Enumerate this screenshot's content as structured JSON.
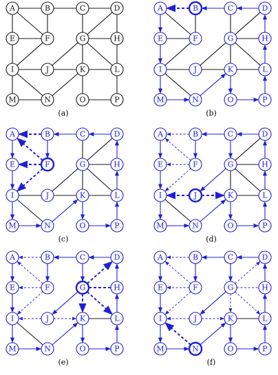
{
  "colors": {
    "black": "#1a1a1a",
    "blue": "#1f1fd6",
    "node_fill": "#ffffff"
  },
  "nodes": [
    "A",
    "B",
    "C",
    "D",
    "E",
    "F",
    "G",
    "H",
    "I",
    "J",
    "K",
    "L",
    "M",
    "N",
    "O",
    "P"
  ],
  "edges": [
    [
      "A",
      "B"
    ],
    [
      "B",
      "C"
    ],
    [
      "C",
      "D"
    ],
    [
      "A",
      "E"
    ],
    [
      "A",
      "F"
    ],
    [
      "B",
      "F"
    ],
    [
      "E",
      "F"
    ],
    [
      "F",
      "I"
    ],
    [
      "E",
      "I"
    ],
    [
      "C",
      "G"
    ],
    [
      "D",
      "G"
    ],
    [
      "D",
      "H"
    ],
    [
      "G",
      "H"
    ],
    [
      "G",
      "J"
    ],
    [
      "G",
      "K"
    ],
    [
      "G",
      "L"
    ],
    [
      "H",
      "L"
    ],
    [
      "I",
      "J"
    ],
    [
      "J",
      "K"
    ],
    [
      "K",
      "L"
    ],
    [
      "I",
      "M"
    ],
    [
      "I",
      "N"
    ],
    [
      "M",
      "N"
    ],
    [
      "K",
      "N"
    ],
    [
      "K",
      "O"
    ],
    [
      "L",
      "P"
    ],
    [
      "O",
      "P"
    ]
  ],
  "panels": [
    {
      "caption": "(a)",
      "edges": [],
      "current": ""
    },
    {
      "caption": "(b)",
      "current": "B",
      "edges": [
        {
          "from": "B",
          "to": "A",
          "style": "dashed",
          "arrow": true
        },
        {
          "from": "C",
          "to": "B",
          "style": "solid",
          "arrow": true
        },
        {
          "from": "D",
          "to": "C",
          "style": "solid",
          "arrow": true
        },
        {
          "from": "A",
          "to": "E",
          "style": "solid",
          "arrow": true
        },
        {
          "from": "E",
          "to": "I",
          "style": "solid",
          "arrow": true
        },
        {
          "from": "I",
          "to": "M",
          "style": "solid",
          "arrow": true
        },
        {
          "from": "M",
          "to": "N",
          "style": "solid",
          "arrow": true
        },
        {
          "from": "N",
          "to": "K",
          "style": "solid",
          "arrow": true
        },
        {
          "from": "K",
          "to": "O",
          "style": "solid",
          "arrow": true
        },
        {
          "from": "O",
          "to": "P",
          "style": "solid",
          "arrow": true
        },
        {
          "from": "P",
          "to": "L",
          "style": "solid",
          "arrow": true
        },
        {
          "from": "L",
          "to": "H",
          "style": "solid",
          "arrow": true
        },
        {
          "from": "H",
          "to": "D",
          "style": "solid",
          "arrow": true
        }
      ]
    },
    {
      "caption": "(c)",
      "current": "F",
      "edges": [
        {
          "from": "F",
          "to": "A",
          "style": "dashed",
          "arrow": true
        },
        {
          "from": "F",
          "to": "E",
          "style": "dashed",
          "arrow": true
        },
        {
          "from": "F",
          "to": "I",
          "style": "dashed",
          "arrow": true
        },
        {
          "from": "B",
          "to": "A",
          "style": "dashed",
          "arrow": true
        },
        {
          "from": "B",
          "to": "F",
          "style": "solid",
          "arrow": true
        },
        {
          "from": "C",
          "to": "B",
          "style": "solid",
          "arrow": true
        },
        {
          "from": "D",
          "to": "C",
          "style": "solid",
          "arrow": true
        },
        {
          "from": "A",
          "to": "E",
          "style": "solid",
          "arrow": true
        },
        {
          "from": "E",
          "to": "I",
          "style": "solid",
          "arrow": true
        },
        {
          "from": "I",
          "to": "M",
          "style": "solid",
          "arrow": true
        },
        {
          "from": "M",
          "to": "N",
          "style": "solid",
          "arrow": true
        },
        {
          "from": "N",
          "to": "K",
          "style": "solid",
          "arrow": true
        },
        {
          "from": "K",
          "to": "O",
          "style": "solid",
          "arrow": true
        },
        {
          "from": "O",
          "to": "P",
          "style": "solid",
          "arrow": true
        },
        {
          "from": "P",
          "to": "L",
          "style": "solid",
          "arrow": true
        },
        {
          "from": "L",
          "to": "H",
          "style": "solid",
          "arrow": true
        },
        {
          "from": "H",
          "to": "D",
          "style": "solid",
          "arrow": true
        }
      ]
    },
    {
      "caption": "(d)",
      "current": "J",
      "edges": [
        {
          "from": "B",
          "to": "A",
          "style": "thin-dashed",
          "arrow": true
        },
        {
          "from": "F",
          "to": "A",
          "style": "thin-dashed",
          "arrow": true
        },
        {
          "from": "F",
          "to": "E",
          "style": "thin-dashed",
          "arrow": true
        },
        {
          "from": "F",
          "to": "I",
          "style": "thin-dashed",
          "arrow": true
        },
        {
          "from": "B",
          "to": "F",
          "style": "solid",
          "arrow": true
        },
        {
          "from": "C",
          "to": "B",
          "style": "solid",
          "arrow": true
        },
        {
          "from": "D",
          "to": "C",
          "style": "solid",
          "arrow": true
        },
        {
          "from": "C",
          "to": "G",
          "style": "solid",
          "arrow": true
        },
        {
          "from": "G",
          "to": "J",
          "style": "solid",
          "arrow": true
        },
        {
          "from": "J",
          "to": "I",
          "style": "dashed",
          "arrow": true
        },
        {
          "from": "J",
          "to": "K",
          "style": "dashed",
          "arrow": true
        },
        {
          "from": "A",
          "to": "E",
          "style": "solid",
          "arrow": true
        },
        {
          "from": "E",
          "to": "I",
          "style": "solid",
          "arrow": true
        },
        {
          "from": "I",
          "to": "M",
          "style": "solid",
          "arrow": true
        },
        {
          "from": "M",
          "to": "N",
          "style": "solid",
          "arrow": true
        },
        {
          "from": "N",
          "to": "K",
          "style": "solid",
          "arrow": true
        },
        {
          "from": "K",
          "to": "O",
          "style": "solid",
          "arrow": true
        },
        {
          "from": "O",
          "to": "P",
          "style": "solid",
          "arrow": true
        },
        {
          "from": "P",
          "to": "L",
          "style": "solid",
          "arrow": true
        },
        {
          "from": "L",
          "to": "H",
          "style": "solid",
          "arrow": true
        },
        {
          "from": "H",
          "to": "D",
          "style": "solid",
          "arrow": true
        }
      ]
    },
    {
      "caption": "(e)",
      "current": "G",
      "edges": [
        {
          "from": "B",
          "to": "A",
          "style": "thin-dashed",
          "arrow": true
        },
        {
          "from": "F",
          "to": "A",
          "style": "thin-dashed",
          "arrow": true
        },
        {
          "from": "F",
          "to": "E",
          "style": "thin-dashed",
          "arrow": true
        },
        {
          "from": "F",
          "to": "I",
          "style": "thin-dashed",
          "arrow": true
        },
        {
          "from": "J",
          "to": "I",
          "style": "thin-dashed",
          "arrow": true
        },
        {
          "from": "J",
          "to": "K",
          "style": "thin-dashed",
          "arrow": true
        },
        {
          "from": "B",
          "to": "F",
          "style": "solid",
          "arrow": true
        },
        {
          "from": "C",
          "to": "B",
          "style": "solid",
          "arrow": true
        },
        {
          "from": "C",
          "to": "G",
          "style": "solid",
          "arrow": true
        },
        {
          "from": "G",
          "to": "J",
          "style": "solid",
          "arrow": true
        },
        {
          "from": "G",
          "to": "D",
          "style": "dashed",
          "arrow": true
        },
        {
          "from": "G",
          "to": "K",
          "style": "dashed",
          "arrow": true
        },
        {
          "from": "G",
          "to": "L",
          "style": "dashed",
          "arrow": true
        },
        {
          "from": "G",
          "to": "H",
          "style": "dashed",
          "arrow": false
        },
        {
          "from": "D",
          "to": "C",
          "style": "solid",
          "arrow": true
        },
        {
          "from": "A",
          "to": "E",
          "style": "solid",
          "arrow": true
        },
        {
          "from": "E",
          "to": "I",
          "style": "solid",
          "arrow": true
        },
        {
          "from": "I",
          "to": "M",
          "style": "solid",
          "arrow": true
        },
        {
          "from": "M",
          "to": "N",
          "style": "solid",
          "arrow": true
        },
        {
          "from": "N",
          "to": "K",
          "style": "solid",
          "arrow": true
        },
        {
          "from": "K",
          "to": "O",
          "style": "solid",
          "arrow": true
        },
        {
          "from": "O",
          "to": "P",
          "style": "solid",
          "arrow": true
        },
        {
          "from": "P",
          "to": "L",
          "style": "solid",
          "arrow": true
        },
        {
          "from": "L",
          "to": "H",
          "style": "solid",
          "arrow": true
        },
        {
          "from": "H",
          "to": "D",
          "style": "solid",
          "arrow": true
        }
      ]
    },
    {
      "caption": "(f)",
      "current": "N",
      "edges": [
        {
          "from": "B",
          "to": "A",
          "style": "thin-dashed",
          "arrow": true
        },
        {
          "from": "F",
          "to": "A",
          "style": "thin-dashed",
          "arrow": true
        },
        {
          "from": "F",
          "to": "E",
          "style": "thin-dashed",
          "arrow": true
        },
        {
          "from": "F",
          "to": "I",
          "style": "thin-dashed",
          "arrow": true
        },
        {
          "from": "J",
          "to": "I",
          "style": "thin-dashed",
          "arrow": true
        },
        {
          "from": "J",
          "to": "K",
          "style": "thin-dashed",
          "arrow": true
        },
        {
          "from": "G",
          "to": "D",
          "style": "thin-dashed",
          "arrow": true
        },
        {
          "from": "G",
          "to": "K",
          "style": "thin-dashed",
          "arrow": true
        },
        {
          "from": "G",
          "to": "L",
          "style": "thin-dashed",
          "arrow": true
        },
        {
          "from": "G",
          "to": "H",
          "style": "thin-dashed",
          "arrow": false
        },
        {
          "from": "N",
          "to": "I",
          "style": "dashed",
          "arrow": true
        },
        {
          "from": "B",
          "to": "F",
          "style": "solid",
          "arrow": true
        },
        {
          "from": "C",
          "to": "B",
          "style": "solid",
          "arrow": true
        },
        {
          "from": "C",
          "to": "G",
          "style": "solid",
          "arrow": true
        },
        {
          "from": "G",
          "to": "J",
          "style": "solid",
          "arrow": true
        },
        {
          "from": "D",
          "to": "C",
          "style": "solid",
          "arrow": true
        },
        {
          "from": "A",
          "to": "E",
          "style": "solid",
          "arrow": true
        },
        {
          "from": "E",
          "to": "I",
          "style": "solid",
          "arrow": true
        },
        {
          "from": "I",
          "to": "M",
          "style": "solid",
          "arrow": true
        },
        {
          "from": "M",
          "to": "N",
          "style": "solid",
          "arrow": true
        },
        {
          "from": "N",
          "to": "K",
          "style": "solid",
          "arrow": true
        },
        {
          "from": "K",
          "to": "O",
          "style": "solid",
          "arrow": true
        },
        {
          "from": "O",
          "to": "P",
          "style": "solid",
          "arrow": true
        },
        {
          "from": "P",
          "to": "L",
          "style": "solid",
          "arrow": true
        },
        {
          "from": "L",
          "to": "H",
          "style": "solid",
          "arrow": true
        },
        {
          "from": "H",
          "to": "D",
          "style": "solid",
          "arrow": true
        }
      ]
    }
  ]
}
